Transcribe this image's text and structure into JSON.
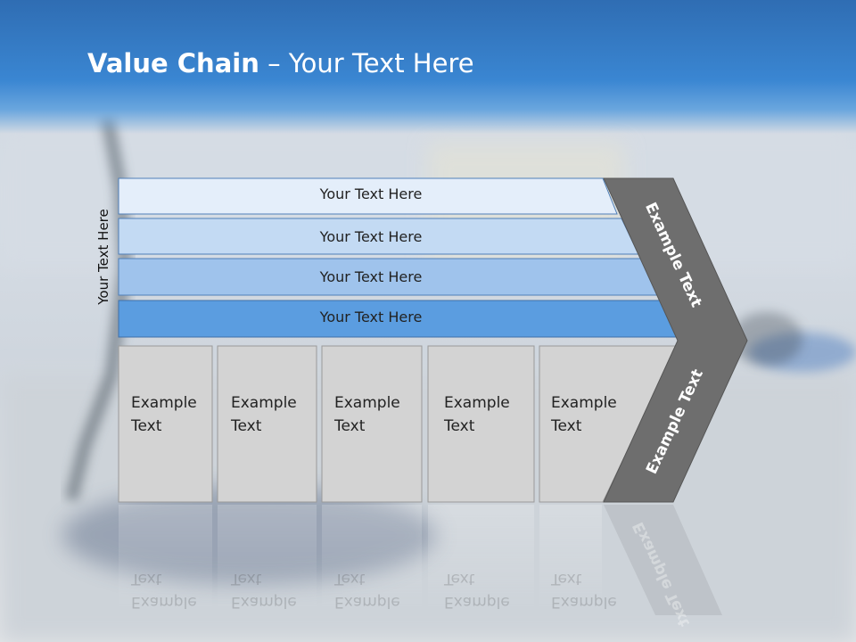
{
  "title": {
    "bold": "Value Chain",
    "rest": " – Your Text Here"
  },
  "side_label": "Your Text Here",
  "bars": [
    {
      "label": "Your Text Here",
      "color": "#e4eefa"
    },
    {
      "label": "Your Text Here",
      "color": "#c3daf3"
    },
    {
      "label": "Your Text Here",
      "color": "#9fc3ec"
    },
    {
      "label": "Your Text Here",
      "color": "#5b9de0"
    }
  ],
  "boxes": [
    {
      "line1": "Example",
      "line2": "Text"
    },
    {
      "line1": "Example",
      "line2": "Text"
    },
    {
      "line1": "Example",
      "line2": "Text"
    },
    {
      "line1": "Example",
      "line2": "Text"
    },
    {
      "line1": "Example",
      "line2": "Text"
    }
  ],
  "arrow": {
    "upper": "Example Text",
    "lower": "Example Text",
    "color": "#6e6e6e"
  },
  "colors": {
    "header": "#3a86d2",
    "box_fill": "#d3d3d3"
  }
}
